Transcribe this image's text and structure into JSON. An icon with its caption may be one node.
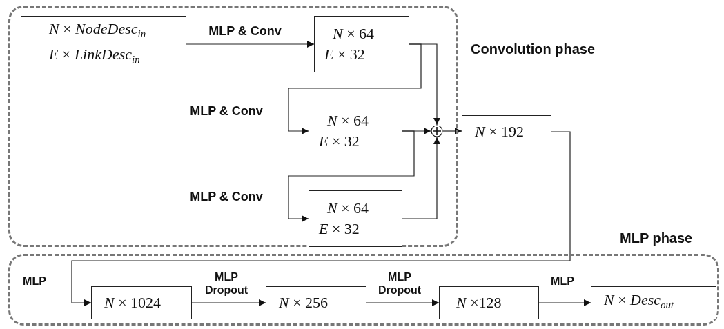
{
  "diagram": {
    "nodes": [
      {
        "text": [
          "Convolution phase"
        ]
      },
      {
        "text": [
          "*N* × *NodeDesc*$_{in}$",
          "*E* × *LinkDesc*$_{in}$"
        ],
        "in": 0
      },
      {
        "text": [
          "*N* × 64",
          "*E* × 32"
        ],
        "in": 0
      },
      {
        "text": [
          "*N* × 64",
          "*E* × 32"
        ],
        "in": 0
      },
      {
        "text": [
          "*N* × 64",
          "*E* × 32"
        ],
        "in": 0
      },
      {
        "text": [],
        "shape": "circle",
        "in": 0
      },
      {
        "text": [
          "*N* × 192"
        ]
      },
      {
        "text": [
          "MLP phase"
        ]
      },
      {
        "text": [
          "*N* × 1024"
        ],
        "in": 7
      },
      {
        "text": [
          "*N* × 256"
        ],
        "in": 7
      },
      {
        "text": [
          "*N* ×128"
        ],
        "in": 7
      },
      {
        "text": [
          "*N* × *Desc*$_{out}$"
        ],
        "in": 7
      }
    ],
    "edges": [
      {
        "from": 1,
        "to": 2,
        "arrow": "to",
        "label": "MLP & Conv"
      },
      {
        "from": 2,
        "to": 3,
        "arrow": "to",
        "label": "MLP & Conv"
      },
      {
        "from": 2,
        "to": 5,
        "arrow": "to"
      },
      {
        "from": 3,
        "to": 5,
        "arrow": "to"
      },
      {
        "from": 3,
        "to": 4,
        "arrow": "to",
        "label": "MLP & Conv"
      },
      {
        "from": 4,
        "to": 5,
        "arrow": "to"
      },
      {
        "from": 5,
        "to": 6,
        "arrow": "to"
      },
      {
        "from": 6,
        "to": 8,
        "arrow": "to",
        "label": "MLP"
      },
      {
        "from": 8,
        "to": 9,
        "arrow": "to",
        "label": "MLP Dropout"
      },
      {
        "from": 9,
        "to": 10,
        "arrow": "to",
        "label": "MLP Dropout"
      },
      {
        "from": 10,
        "to": 11,
        "arrow": "to",
        "label": "MLP"
      }
    ]
  }
}
